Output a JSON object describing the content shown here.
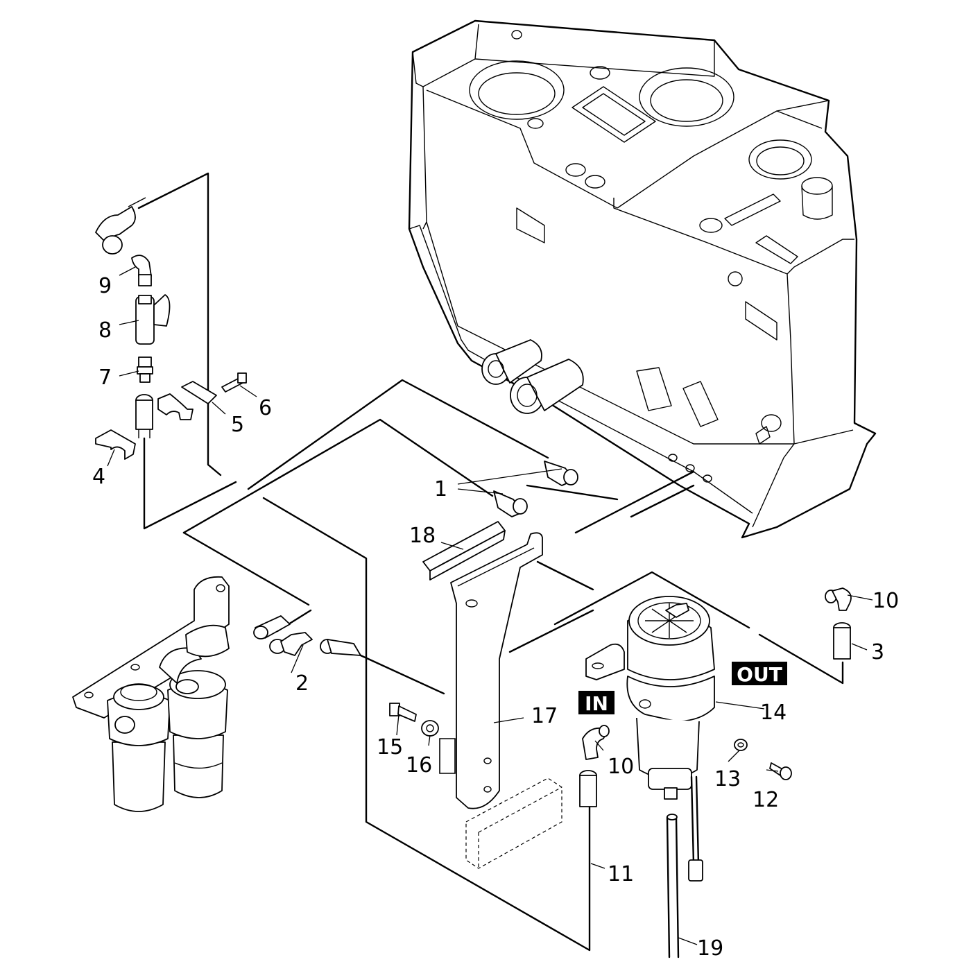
{
  "diagram": {
    "callouts": [
      "1",
      "2",
      "3",
      "4",
      "5",
      "6",
      "7",
      "8",
      "9",
      "10",
      "10",
      "11",
      "12",
      "13",
      "14",
      "15",
      "16",
      "17",
      "18",
      "19"
    ],
    "tags": {
      "in": "IN",
      "out": "OUT"
    }
  }
}
